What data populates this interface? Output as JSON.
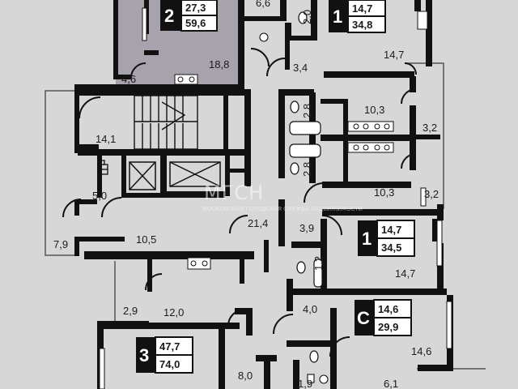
{
  "watermark": {
    "logo": "МГСН",
    "caption": "МОСКОВСКАЯ ГОРОДСКАЯ СЛУЖБА НЕДВИЖИМОСТИ"
  },
  "apartments": {
    "top_left": {
      "rooms": "2",
      "living_area": "27,3",
      "total_area": "59,6"
    },
    "top_right": {
      "rooms": "1",
      "living_area": "14,7",
      "total_area": "34,8"
    },
    "mid_right": {
      "rooms": "1",
      "living_area": "14,7",
      "total_area": "34,5"
    },
    "lower_right": {
      "rooms": "С",
      "living_area": "14,6",
      "total_area": "29,9"
    },
    "bottom_left": {
      "rooms": "3",
      "living_area": "47,7",
      "total_area": "74,0"
    }
  },
  "areas": {
    "a_6_6": "6,6",
    "a_2_0": "2,0",
    "a_18_8": "18,8",
    "a_4_6": "4,6",
    "a_3_4": "3,4",
    "a_14_7_top": "14,7",
    "a_14_1": "14,1",
    "a_10_3_top": "10,3",
    "a_3_2_top": "3,2",
    "a_2_8_top": "2,8",
    "a_2_8_bottom": "2,8",
    "a_10_3_bottom": "10,3",
    "a_3_2_bottom": "3,2",
    "a_5_0": "5,0",
    "a_21_4": "21,4",
    "a_3_9": "3,9",
    "a_1_2": "1,2",
    "a_7_9": "7,9",
    "a_10_5": "10,5",
    "a_14_7_mid": "14,7",
    "a_2_9": "2,9",
    "a_12_0": "12,0",
    "a_4_0": "4,0",
    "a_14_6": "14,6",
    "a_8_0": "8,0",
    "a_1_9": "1,9",
    "a_6_1": "6,1"
  },
  "colors": {
    "background": "#d7d7d7",
    "wall": "#111111",
    "highlighted_apartment": "#a7a2ab",
    "badge_dark": "#111111",
    "badge_light": "#ffffff"
  },
  "icons": [
    "door-swing-icon",
    "staircase-icon",
    "elevator-icon",
    "stove-icon",
    "bathtub-icon",
    "toilet-icon",
    "sink-icon",
    "trash-chute-icon"
  ]
}
